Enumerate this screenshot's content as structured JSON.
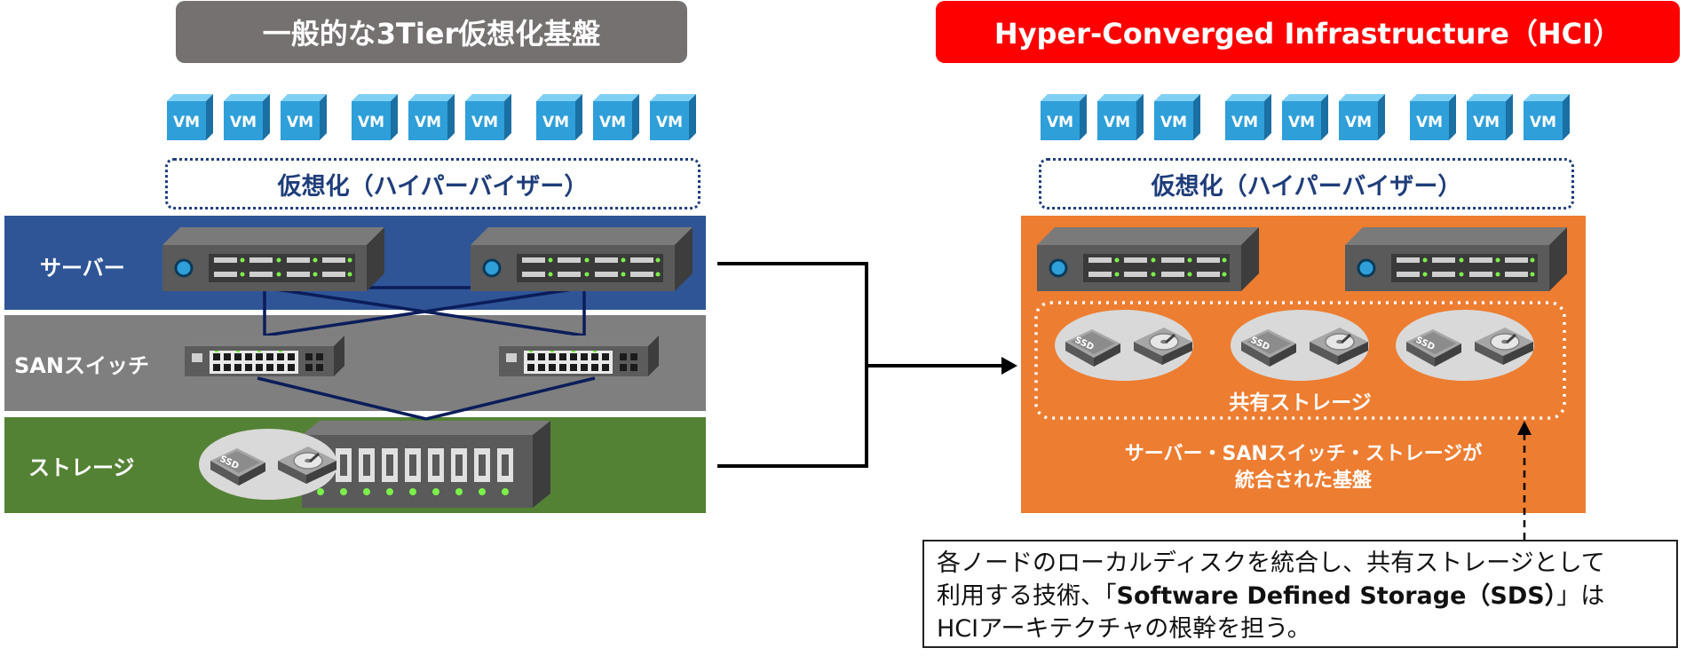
{
  "left": {
    "title": "一般的な3Tier仮想化基盤",
    "title_color": "#767171",
    "hypervisor": "仮想化（ハイパーバイザー）",
    "rows": {
      "server": "サーバー",
      "san": "SANスイッチ",
      "storage": "ストレージ"
    }
  },
  "right": {
    "title": "Hyper-Converged Infrastructure（HCI）",
    "title_color": "#ff0000",
    "hypervisor": "仮想化（ハイパーバイザー）",
    "shared_storage": "共有ストレージ",
    "integrated_line1": "サーバー・SANスイッチ・ストレージが",
    "integrated_line2": "統合された基盤"
  },
  "vm_label": "VM",
  "ssd_label": "SSD",
  "callout": {
    "line1": "各ノードのローカルディスクを統合し、共有ストレージとして",
    "line2_pre": "利用する技術、「",
    "line2_bold": "Software Defined Storage（SDS）",
    "line2_post": "」は",
    "line3": "HCIアーキテクチャの根幹を担う。"
  },
  "colors": {
    "vm": "#2e9fd9",
    "server_band": "#2f5597",
    "san_band": "#7f7f7f",
    "storage_band": "#548235",
    "hci_band": "#ed7d31",
    "navy": "#1f3d7a"
  }
}
